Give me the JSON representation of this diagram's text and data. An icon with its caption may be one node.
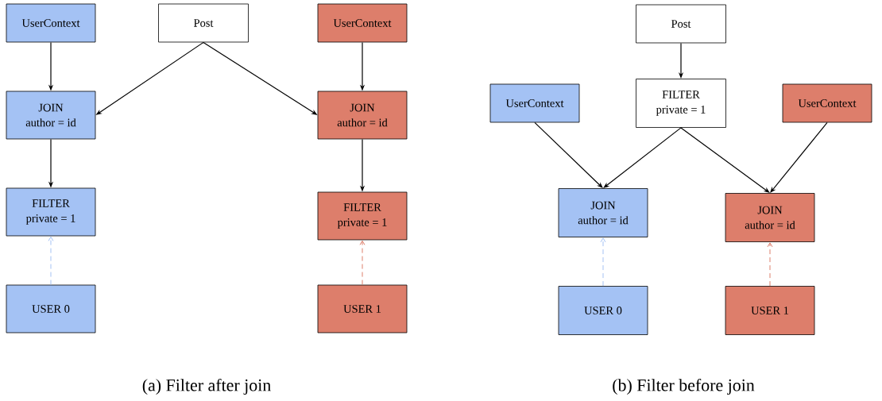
{
  "diagram": {
    "nodes": [
      {
        "text": [
          "UserContext"
        ]
      },
      {
        "text": [
          "Post"
        ]
      },
      {
        "text": [
          "UserContext"
        ]
      },
      {
        "text": [
          "JOIN",
          "author = id"
        ]
      },
      {
        "text": [
          "JOIN",
          "author = id"
        ]
      },
      {
        "text": [
          "FILTER",
          "private = 1"
        ]
      },
      {
        "text": [
          "FILTER",
          "private = 1"
        ]
      },
      {
        "text": [
          "USER 0"
        ]
      },
      {
        "text": [
          "USER 1"
        ]
      },
      {
        "text": [
          "Post"
        ]
      },
      {
        "text": [
          "UserContext"
        ]
      },
      {
        "text": [
          "FILTER",
          "private = 1"
        ]
      },
      {
        "text": [
          "UserContext"
        ]
      },
      {
        "text": [
          "JOIN",
          "author = id"
        ]
      },
      {
        "text": [
          "JOIN",
          "author = id"
        ]
      },
      {
        "text": [
          "USER 0"
        ]
      },
      {
        "text": [
          "USER 1"
        ]
      }
    ],
    "edges": [
      {
        "from": 0,
        "to": 3,
        "arrow": "to"
      },
      {
        "from": 1,
        "to": 3,
        "arrow": "to"
      },
      {
        "from": 1,
        "to": 4,
        "arrow": "to"
      },
      {
        "from": 2,
        "to": 4,
        "arrow": "to"
      },
      {
        "from": 3,
        "to": 5,
        "arrow": "to"
      },
      {
        "from": 4,
        "to": 6,
        "arrow": "to"
      },
      {
        "from": 7,
        "to": 5,
        "arrow": "to",
        "style": "dashed",
        "color": "#a4c2f4"
      },
      {
        "from": 8,
        "to": 6,
        "arrow": "to",
        "style": "dashed",
        "color": "#dd7e6b"
      },
      {
        "from": 9,
        "to": 11,
        "arrow": "to"
      },
      {
        "from": 10,
        "to": 13,
        "arrow": "to"
      },
      {
        "from": 11,
        "to": 13,
        "arrow": "to"
      },
      {
        "from": 11,
        "to": 14,
        "arrow": "to"
      },
      {
        "from": 12,
        "to": 14,
        "arrow": "to"
      },
      {
        "from": 15,
        "to": 13,
        "arrow": "to",
        "style": "dashed",
        "color": "#a4c2f4"
      },
      {
        "from": 16,
        "to": 14,
        "arrow": "to",
        "style": "dashed",
        "color": "#dd7e6b"
      }
    ],
    "labels": [
      "(a) Filter after join",
      "(b) Filter before join"
    ]
  }
}
